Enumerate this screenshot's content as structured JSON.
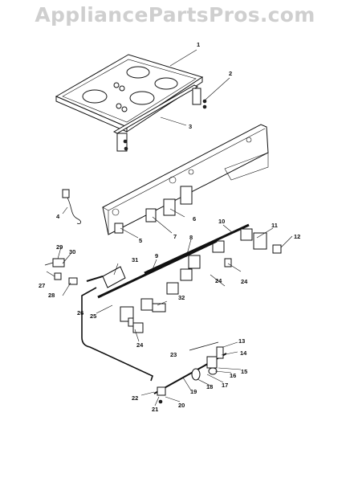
{
  "watermark": "AppliancePartsPros.com",
  "callouts": {
    "c1": "1",
    "c2": "2",
    "c3": "3",
    "c4": "4",
    "c5": "5",
    "c6": "6",
    "c7": "7",
    "c8": "8",
    "c9": "9",
    "c10": "10",
    "c11": "11",
    "c12": "12",
    "c13": "13",
    "c14": "14",
    "c15": "15",
    "c16": "16",
    "c17": "17",
    "c18": "18",
    "c19": "19",
    "c20": "20",
    "c21": "21",
    "c22": "22",
    "c23": "23",
    "c24a": "24",
    "c24b": "24",
    "c24c": "24",
    "c25": "25",
    "c26": "26",
    "c27": "27",
    "c28": "28",
    "c29": "29",
    "c30": "30",
    "c31": "31",
    "c32": "32"
  }
}
